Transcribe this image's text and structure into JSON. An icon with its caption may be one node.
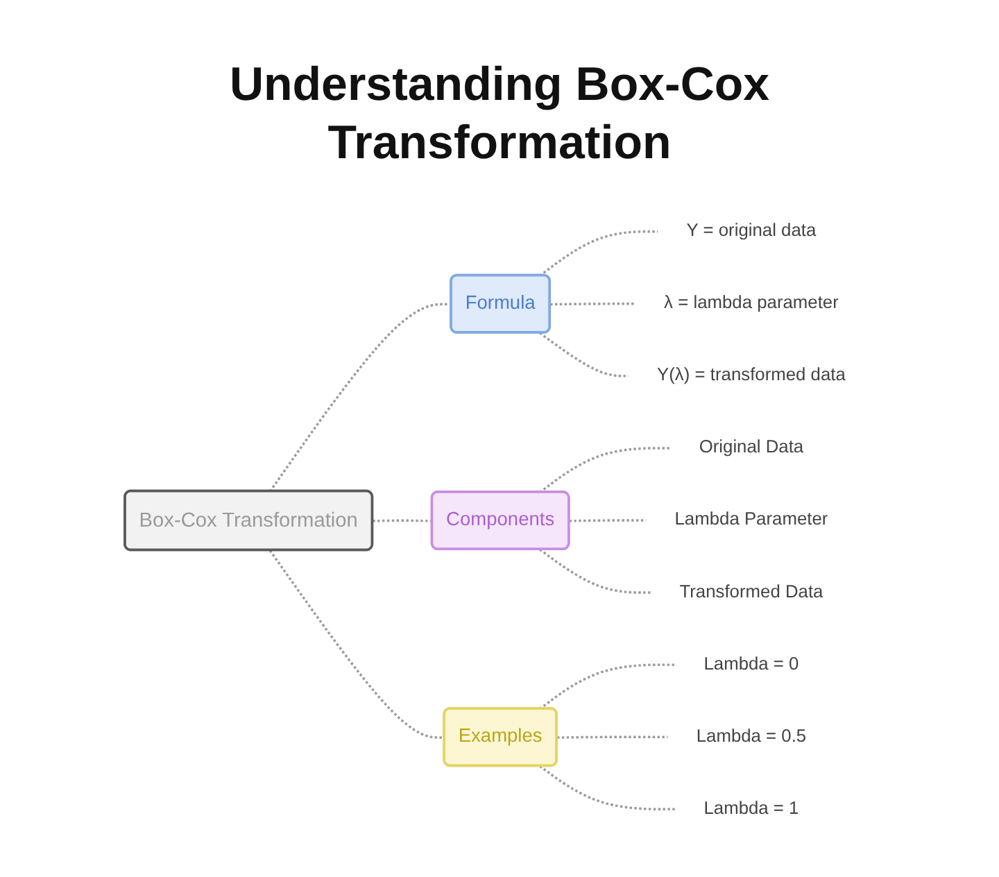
{
  "diagram": {
    "title": "Understanding Box-Cox Transformation",
    "nodes": [
      {
        "text": [
          "Box-Cox Transformation"
        ]
      },
      {
        "text": [
          "Formula"
        ]
      },
      {
        "text": [
          "Y = original data"
        ]
      },
      {
        "text": [
          "λ = lambda parameter"
        ]
      },
      {
        "text": [
          "Y(λ) = transformed data"
        ]
      },
      {
        "text": [
          "Components"
        ]
      },
      {
        "text": [
          "Original Data"
        ]
      },
      {
        "text": [
          "Lambda Parameter"
        ]
      },
      {
        "text": [
          "Transformed Data"
        ]
      },
      {
        "text": [
          "Examples"
        ]
      },
      {
        "text": [
          "Lambda = 0"
        ]
      },
      {
        "text": [
          "Lambda = 0.5"
        ]
      },
      {
        "text": [
          "Lambda = 1"
        ]
      }
    ],
    "edges": [
      {
        "from": 0,
        "to": 1,
        "arrow": "none",
        "style": "dashed"
      },
      {
        "from": 1,
        "to": 2,
        "arrow": "none",
        "style": "dashed"
      },
      {
        "from": 1,
        "to": 3,
        "arrow": "none",
        "style": "dashed"
      },
      {
        "from": 1,
        "to": 4,
        "arrow": "none",
        "style": "dashed"
      },
      {
        "from": 0,
        "to": 5,
        "arrow": "none",
        "style": "dashed"
      },
      {
        "from": 5,
        "to": 6,
        "arrow": "none",
        "style": "dashed"
      },
      {
        "from": 5,
        "to": 7,
        "arrow": "none",
        "style": "dashed"
      },
      {
        "from": 5,
        "to": 8,
        "arrow": "none",
        "style": "dashed"
      },
      {
        "from": 0,
        "to": 9,
        "arrow": "none",
        "style": "dashed"
      },
      {
        "from": 9,
        "to": 10,
        "arrow": "none",
        "style": "dashed"
      },
      {
        "from": 9,
        "to": 11,
        "arrow": "none",
        "style": "dashed"
      },
      {
        "from": 9,
        "to": 12,
        "arrow": "none",
        "style": "dashed"
      }
    ]
  }
}
